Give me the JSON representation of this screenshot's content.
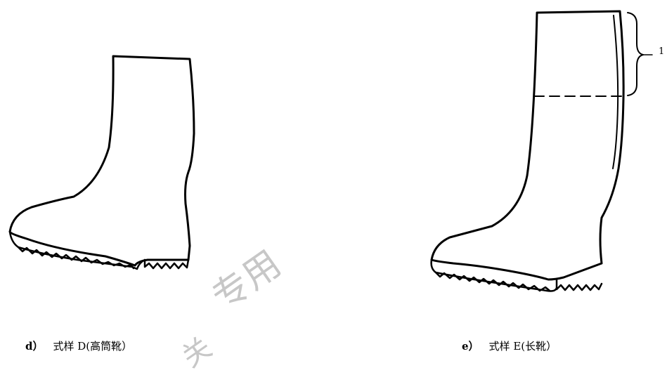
{
  "figure_d": {
    "label": "d）",
    "caption": "式样 D(高筒靴）"
  },
  "figure_e": {
    "label": "e）",
    "caption": "式样 E(长靴）"
  },
  "callout_number": "1",
  "watermark": {
    "text_main": "专用",
    "text_partial": "关"
  },
  "colors": {
    "line": "#000000",
    "background": "#ffffff",
    "watermark": "#9a9a9a"
  }
}
